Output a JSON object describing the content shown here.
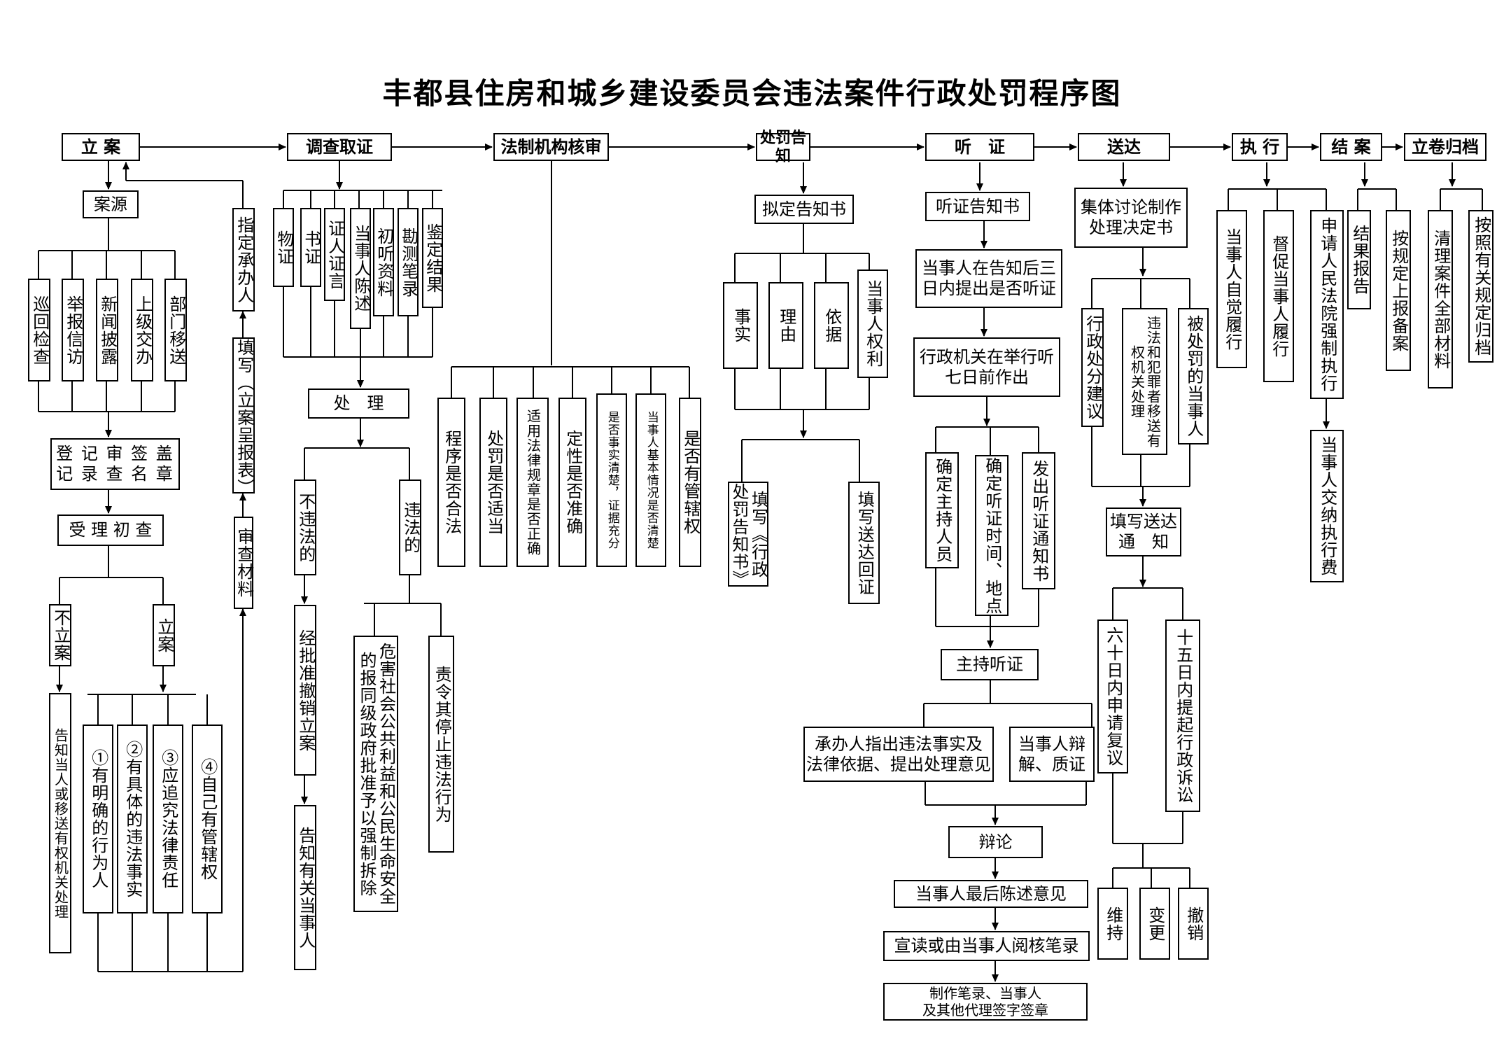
{
  "title": "丰都县住房和城乡建设委员会违法案件行政处罚程序图",
  "top_row": {
    "lian": "立 案",
    "diaocha": "调查取证",
    "fazhi": "法制机构核审",
    "chufa_gaozhi": "处罚告知",
    "tingzheng": "听　证",
    "songda": "送达",
    "zhixing": "执 行",
    "jiean": "结 案",
    "guidang": "立卷归档"
  },
  "lian_branch": {
    "anyuan": "案源",
    "sources": [
      "巡回检查",
      "举报信访",
      "新闻披露",
      "上级交办",
      "部门移送"
    ],
    "register": "登 记 审 签 盖\n记 录 查 名 章",
    "shouli": "受 理 初 查",
    "bu_lian": "不立案",
    "lian2": "立案",
    "gaozhi_yisong": "告知当人或移送有权机关处理",
    "conditions": [
      "①有明确的行为人",
      "②有具体的违法事实",
      "③应追究法律责任",
      "④自己有管辖权"
    ],
    "shencha": "审查材料",
    "tianxie": "填写（立案呈报表）",
    "zhiding": "指定承办人"
  },
  "diaocha_branch": {
    "evidence": [
      "物证",
      "书证",
      "证人证言",
      "当事人陈述",
      "初听资料",
      "勘测笔录",
      "鉴定结果"
    ],
    "chuli": "处　理",
    "bu_weifa": "不违法的",
    "weifa": "违法的",
    "chexiao": "经批准撤销立案",
    "gaozhi_dangshiren": "告知有关当事人",
    "weihai": "危害社会公共利益和公民生命安全的报同级政府批准予以强制拆除",
    "zeling": "责令其停止违法行为"
  },
  "fazhi_branch": {
    "items": [
      "程序是否合法",
      "处罚是否适当",
      "适用法律规章是否正确",
      "定性是否准确",
      "是否事实清楚，证据充分",
      "当事人基本情况是否清楚",
      "是否有管辖权"
    ]
  },
  "gaozhi_branch": {
    "niding": "拟定告知书",
    "items": [
      "事实",
      "理由",
      "依据",
      "当事人权利"
    ],
    "tianxie_gaozhishu": "填写《行政处罚告知书》",
    "tianxie_huizheng": "填写送达回证"
  },
  "tingzheng_branch": {
    "tzgzs": "听证告知书",
    "tichu": "当事人在告知后三\n日内提出是否听证",
    "xingzheng": "行政机关在举行听\n七日前作出",
    "items": [
      "确定主持人员",
      "确定听证时间、地点",
      "发出听证通知书"
    ],
    "zhuchi": "主持听证",
    "chengban": "承办人指出违法事实及\n法律依据、提出处理意见",
    "bianjie": "当事人辩\n解、质证",
    "bianlun": "辩论",
    "zuihou": "当事人最后陈述意见",
    "xuandu": "宣读或由当事人阅核笔录",
    "zhizuo": "制作笔录、当事人\n及其他代理签字签章"
  },
  "songda_branch": {
    "jiti": "集体讨论制作\n处理决定书",
    "items": [
      "行政处分建议",
      "违法和犯罪者移送有权机关处理",
      "被处罚的当事人"
    ],
    "tianxie": "填写送达\n通　知",
    "fuyi": "六十日内申请复议",
    "susong": "十五日内提起行政诉讼",
    "results": [
      "维持",
      "变更",
      "撤销"
    ]
  },
  "zhixing_branch": {
    "items": [
      "当事人自觉履行",
      "督促当事人履行",
      "申请人民法院强制执行"
    ],
    "jiaona": "当事人交纳执行费"
  },
  "jiean_branch": {
    "items": [
      "结果报告",
      "按规定上报备案"
    ]
  },
  "guidang_branch": {
    "items": [
      "清理案件全部材料",
      "按照有关规定归档"
    ]
  }
}
